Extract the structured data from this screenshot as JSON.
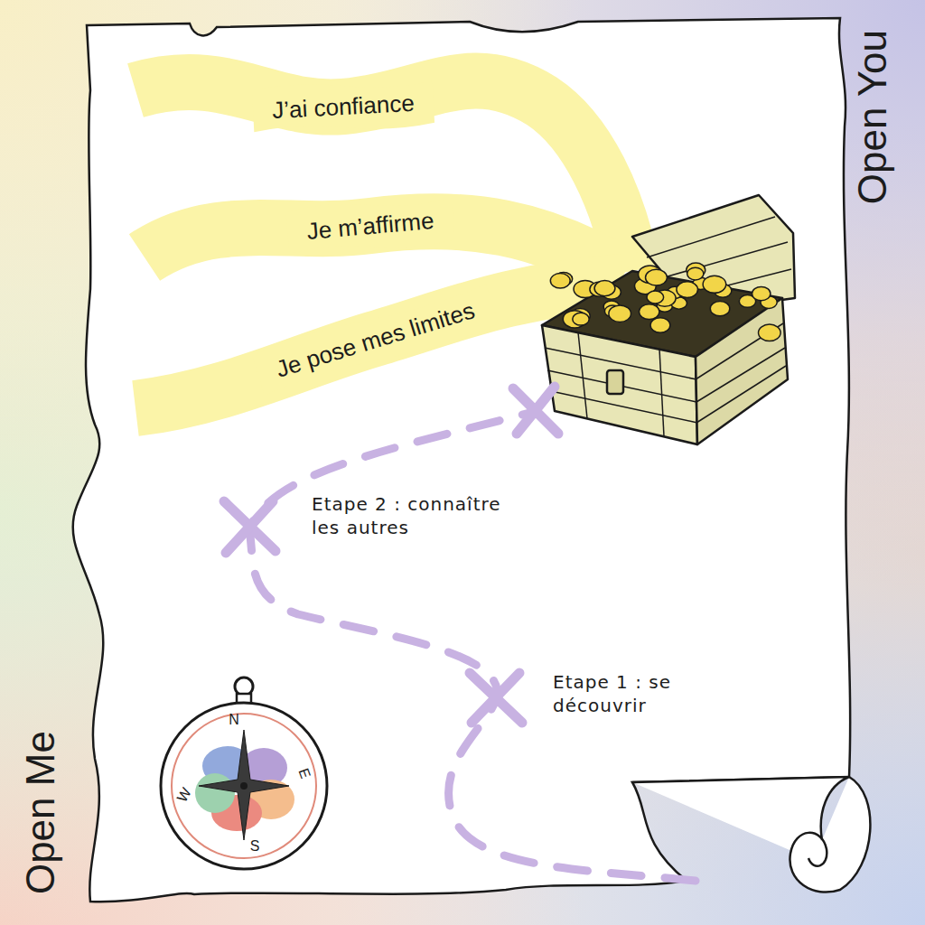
{
  "diagram": {
    "nodes": [
      {
        "text": [
          "J’ai confiance"
        ]
      },
      {
        "text": [
          "Je m’affirme"
        ]
      },
      {
        "text": [
          "Je pose mes limites"
        ]
      }
    ],
    "labels": [
      "Etape 2 : connaître les autres",
      "Etape 1 : se découvrir",
      "N",
      "E",
      "S",
      "W",
      "Open You",
      "Open Me"
    ]
  }
}
